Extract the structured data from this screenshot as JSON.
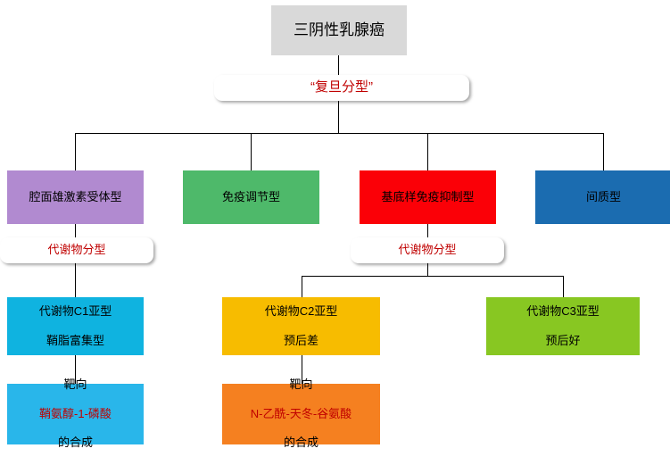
{
  "diagram": {
    "title": "三阴性乳腺癌",
    "subtitle": "“复旦分型”",
    "subtypes": [
      {
        "label": "腔面雄激素受体型",
        "color": "#b18ad0"
      },
      {
        "label": "免疫调节型",
        "color": "#4eb96a"
      },
      {
        "label": "基底样免疫抑制型",
        "color": "#fb0007"
      },
      {
        "label": "间质型",
        "color": "#1b6cb0"
      }
    ],
    "metabolite_labels": [
      "代谢物分型",
      "代谢物分型"
    ],
    "metabolic_subtypes": [
      {
        "line1": "代谢物C1亚型",
        "line2": "鞘脂富集型",
        "color": "#0fb3e0"
      },
      {
        "line1": "代谢物C2亚型",
        "line2": "预后差",
        "color": "#f7bc00"
      },
      {
        "line1": "代谢物C3亚型",
        "line2": "预后好",
        "color": "#88c722"
      }
    ],
    "targets": [
      {
        "line1": "靶向",
        "line2": "鞘氨醇-1-磷酸",
        "line3": "的合成",
        "color": "#29b6ea"
      },
      {
        "line1": "靶向",
        "line2": "N-乙酰-天冬-谷氨酸",
        "line3": "的合成",
        "color": "#f58020"
      }
    ]
  }
}
